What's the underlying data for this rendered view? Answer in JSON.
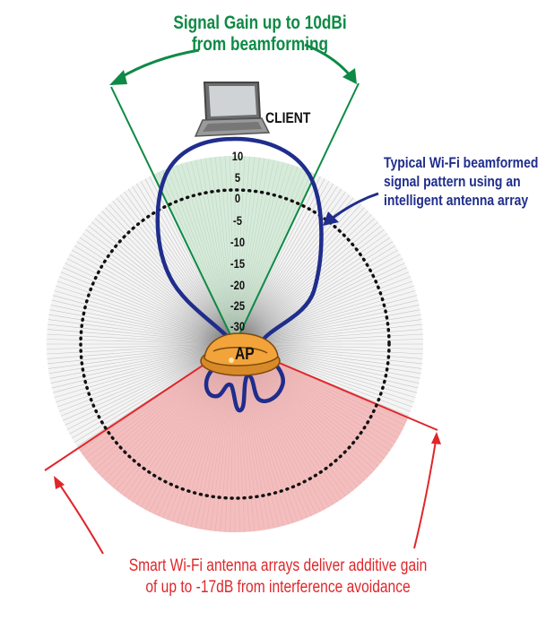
{
  "captions": {
    "top_line1": "Signal Gain up to 10dBi",
    "top_line2": "from beamforming",
    "client": "CLIENT",
    "right_line1": "Typical Wi-Fi beamformed",
    "right_line2": "signal pattern using an",
    "right_line3": "intelligent antenna array",
    "bottom_line1": "Smart Wi-Fi antenna arrays deliver additive gain",
    "bottom_line2": "of up to -17dB from interference avoidance",
    "ap": "AP"
  },
  "scale_ticks": [
    "10",
    "5",
    "0",
    "-5",
    "-10",
    "-15",
    "-20",
    "-25",
    "-30"
  ],
  "colors": {
    "green": "#0e8a45",
    "green_fill": "#bfe3c4",
    "blue": "#1f2d8c",
    "red": "#e0262a",
    "red_fill": "#f4a6a6",
    "ap_orange": "#f2a33a"
  },
  "icons": {
    "client": "laptop-icon",
    "ap": "access-point-icon"
  }
}
